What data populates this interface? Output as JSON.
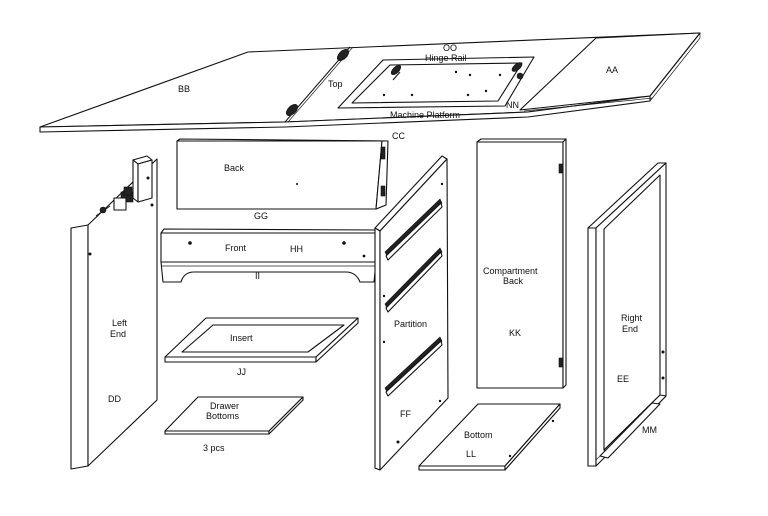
{
  "labels": {
    "bb": "BB",
    "top": "Top",
    "oo": "OO",
    "hinge_rail": "Hinge Rail",
    "aa": "AA",
    "nn": "NN",
    "machine_platform": "Machine Platform",
    "cc": "CC",
    "back": "Back",
    "gg": "GG",
    "front": "Front",
    "hh": "HH",
    "ii": "II",
    "left_end_1": "Left",
    "left_end_2": "End",
    "dd": "DD",
    "insert": "Insert",
    "jj": "JJ",
    "drawer_bottoms_1": "Drawer",
    "drawer_bottoms_2": "Bottoms",
    "pcs": "3  pcs",
    "partition": "Partition",
    "ff": "FF",
    "compartment_back_1": "Compartment",
    "compartment_back_2": "Back",
    "kk": "KK",
    "bottom": "Bottom",
    "ll": "LL",
    "right_end_1": "Right",
    "right_end_2": "End",
    "ee": "EE",
    "mm": "MM"
  }
}
